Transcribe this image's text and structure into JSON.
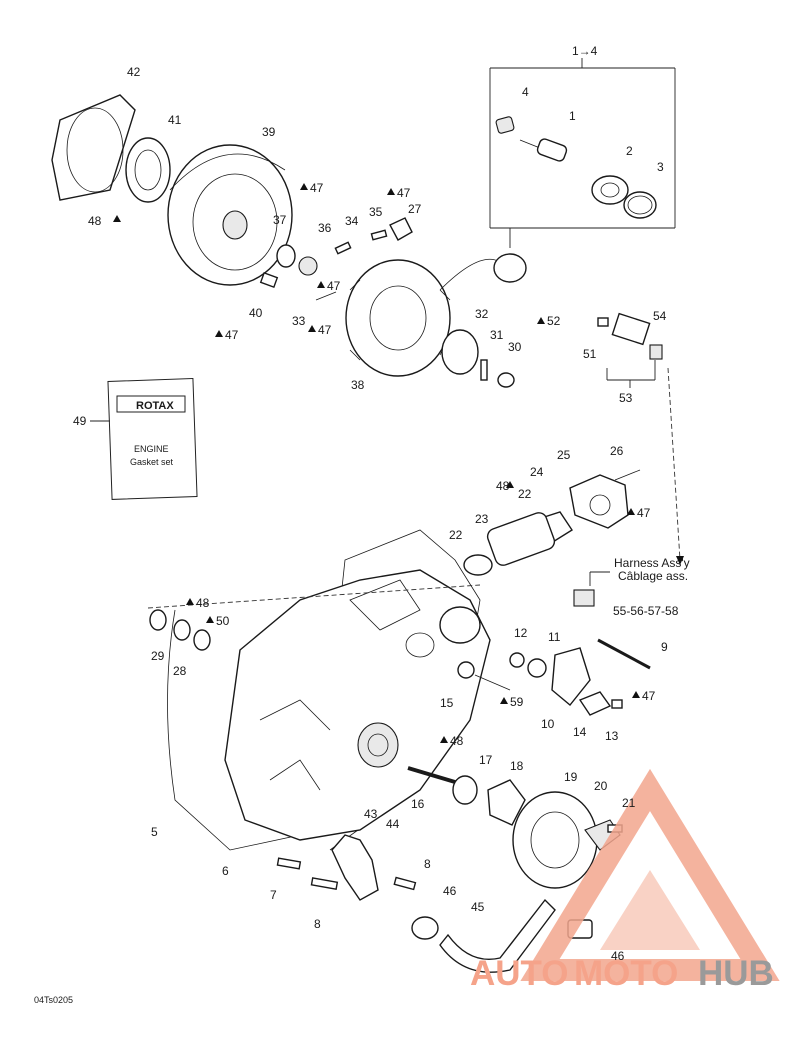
{
  "header": {
    "callout": "1→4"
  },
  "callouts": [
    {
      "id": "c42",
      "text": "42"
    },
    {
      "id": "c41",
      "text": "41"
    },
    {
      "id": "c39",
      "text": "39"
    },
    {
      "id": "c48a",
      "text": "48"
    },
    {
      "id": "c47a",
      "text": "47"
    },
    {
      "id": "c47b",
      "text": "47"
    },
    {
      "id": "c37",
      "text": "37"
    },
    {
      "id": "c36",
      "text": "36"
    },
    {
      "id": "c34",
      "text": "34"
    },
    {
      "id": "c35",
      "text": "35"
    },
    {
      "id": "c27",
      "text": "27"
    },
    {
      "id": "c47c",
      "text": "47"
    },
    {
      "id": "c40",
      "text": "40"
    },
    {
      "id": "c47d",
      "text": "47"
    },
    {
      "id": "c33",
      "text": "33"
    },
    {
      "id": "c47e",
      "text": "47"
    },
    {
      "id": "c32",
      "text": "32"
    },
    {
      "id": "c31",
      "text": "31"
    },
    {
      "id": "c30",
      "text": "30"
    },
    {
      "id": "c38",
      "text": "38"
    },
    {
      "id": "c52",
      "text": "52"
    },
    {
      "id": "c4",
      "text": "4"
    },
    {
      "id": "c1",
      "text": "1"
    },
    {
      "id": "c2",
      "text": "2"
    },
    {
      "id": "c3",
      "text": "3"
    },
    {
      "id": "c54",
      "text": "54"
    },
    {
      "id": "c51",
      "text": "51"
    },
    {
      "id": "c53",
      "text": "53"
    },
    {
      "id": "c49",
      "text": "49"
    },
    {
      "id": "c26",
      "text": "26"
    },
    {
      "id": "c25",
      "text": "25"
    },
    {
      "id": "c24",
      "text": "24"
    },
    {
      "id": "c48b",
      "text": "48"
    },
    {
      "id": "c22a",
      "text": "22"
    },
    {
      "id": "c47f",
      "text": "47"
    },
    {
      "id": "c23",
      "text": "23"
    },
    {
      "id": "c22b",
      "text": "22"
    },
    {
      "id": "c48c",
      "text": "48"
    },
    {
      "id": "c50",
      "text": "50"
    },
    {
      "id": "c29",
      "text": "29"
    },
    {
      "id": "c28",
      "text": "28"
    },
    {
      "id": "c12",
      "text": "12"
    },
    {
      "id": "c11",
      "text": "11"
    },
    {
      "id": "c9",
      "text": "9"
    },
    {
      "id": "c15",
      "text": "15"
    },
    {
      "id": "c59",
      "text": "59"
    },
    {
      "id": "c47g",
      "text": "47"
    },
    {
      "id": "c10",
      "text": "10"
    },
    {
      "id": "c14",
      "text": "14"
    },
    {
      "id": "c13",
      "text": "13"
    },
    {
      "id": "c48d",
      "text": "48"
    },
    {
      "id": "c17",
      "text": "17"
    },
    {
      "id": "c18",
      "text": "18"
    },
    {
      "id": "c19",
      "text": "19"
    },
    {
      "id": "c20",
      "text": "20"
    },
    {
      "id": "c21",
      "text": "21"
    },
    {
      "id": "c16",
      "text": "16"
    },
    {
      "id": "c5",
      "text": "5"
    },
    {
      "id": "c43",
      "text": "43"
    },
    {
      "id": "c44",
      "text": "44"
    },
    {
      "id": "c6",
      "text": "6"
    },
    {
      "id": "c7",
      "text": "7"
    },
    {
      "id": "c8a",
      "text": "8"
    },
    {
      "id": "c8b",
      "text": "8"
    },
    {
      "id": "c46a",
      "text": "46"
    },
    {
      "id": "c45",
      "text": "45"
    },
    {
      "id": "c46b",
      "text": "46"
    }
  ],
  "harness": {
    "line1": "Harness Ass'y",
    "line2": "Câblage ass.",
    "parts": "55-56-57-58"
  },
  "gasket_set": {
    "brand": "ROTAX",
    "line1": "ENGINE",
    "line2": "Gasket set"
  },
  "drawing_code": "04Ts0205",
  "watermark": {
    "part1": "AUTO",
    "part2": "MOTO",
    "part3": "HUB",
    "color_main": "#f5a38a",
    "color_hub": "#9a9a9a"
  }
}
